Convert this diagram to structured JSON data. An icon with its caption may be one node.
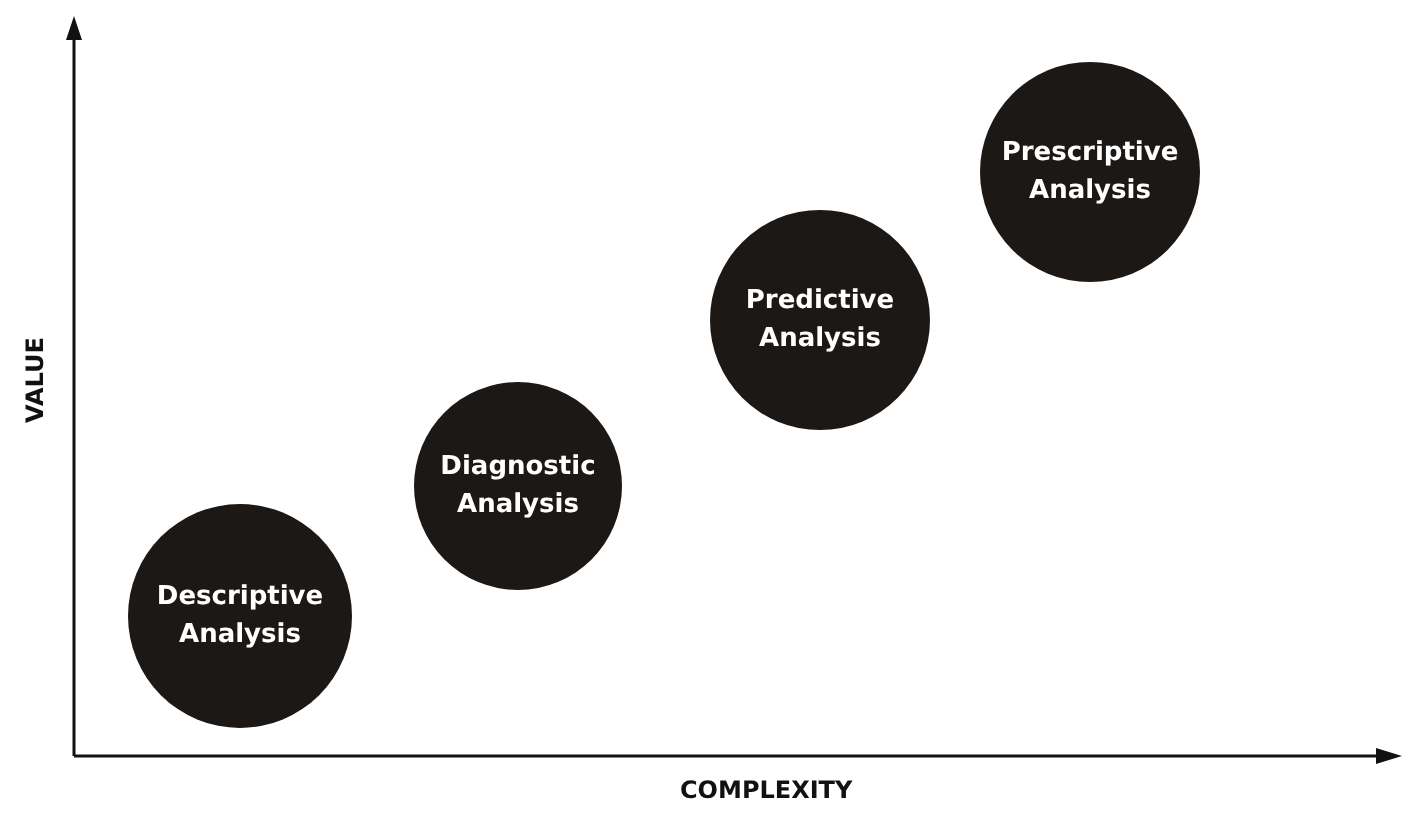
{
  "diagram": {
    "nodes": [
      {
        "text": [
          "Descriptive Analysis"
        ]
      },
      {
        "text": [
          "Diagnostic Analysis"
        ]
      },
      {
        "text": [
          "Predictive Analysis"
        ]
      },
      {
        "text": [
          "Prescriptive Analysis"
        ]
      }
    ],
    "labels": [
      "VALUE",
      "COMPLEXITY"
    ]
  }
}
